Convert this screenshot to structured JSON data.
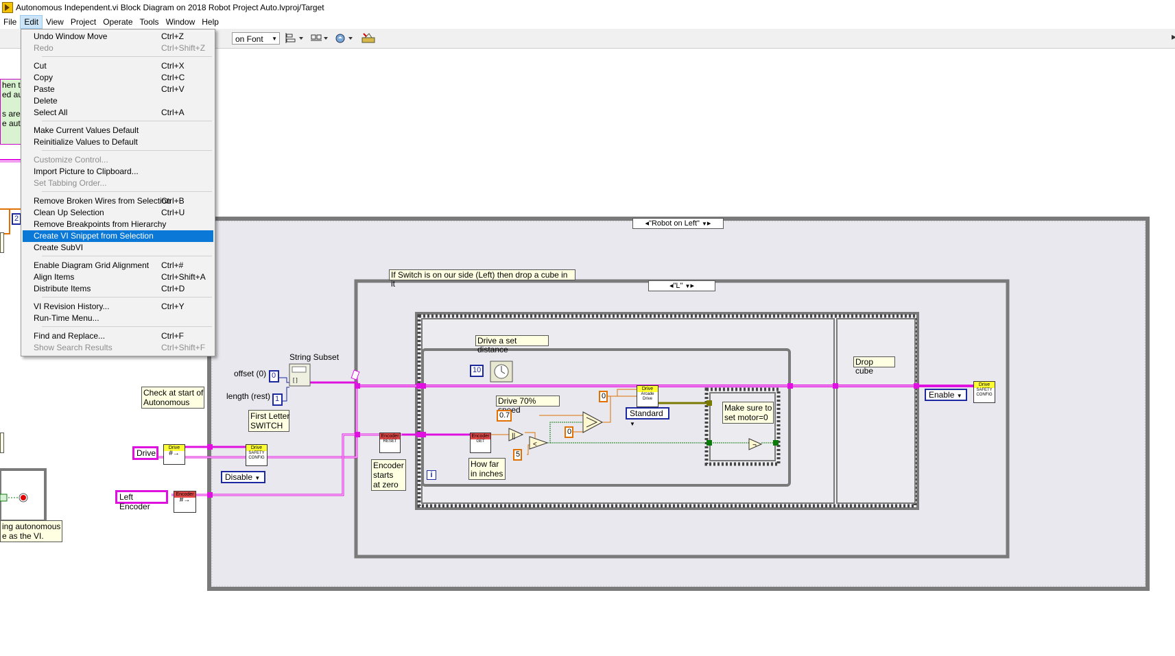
{
  "window": {
    "title": "Autonomous Independent.vi Block Diagram on 2018 Robot Project Auto.lvproj/Target"
  },
  "menubar": [
    "File",
    "Edit",
    "View",
    "Project",
    "Operate",
    "Tools",
    "Window",
    "Help"
  ],
  "toolbar": {
    "font_label": "on Font"
  },
  "edit_menu": {
    "items": [
      {
        "label": "Undo Window Move",
        "shortcut": "Ctrl+Z"
      },
      {
        "label": "Redo",
        "shortcut": "Ctrl+Shift+Z"
      },
      {
        "label": "Cut",
        "shortcut": "Ctrl+X"
      },
      {
        "label": "Copy",
        "shortcut": "Ctrl+C"
      },
      {
        "label": "Paste",
        "shortcut": "Ctrl+V"
      },
      {
        "label": "Delete",
        "shortcut": ""
      },
      {
        "label": "Select All",
        "shortcut": "Ctrl+A"
      },
      {
        "label": "Make Current Values Default",
        "shortcut": ""
      },
      {
        "label": "Reinitialize Values to Default",
        "shortcut": ""
      },
      {
        "label": "Customize Control...",
        "shortcut": ""
      },
      {
        "label": "Import Picture to Clipboard...",
        "shortcut": ""
      },
      {
        "label": "Set Tabbing Order...",
        "shortcut": ""
      },
      {
        "label": "Remove Broken Wires from Selection",
        "shortcut": "Ctrl+B"
      },
      {
        "label": "Clean Up Selection",
        "shortcut": "Ctrl+U"
      },
      {
        "label": "Remove Breakpoints from Hierarchy",
        "shortcut": ""
      },
      {
        "label": "Create VI Snippet from Selection",
        "shortcut": ""
      },
      {
        "label": "Create SubVI",
        "shortcut": ""
      },
      {
        "label": "Enable Diagram Grid Alignment",
        "shortcut": "Ctrl+#"
      },
      {
        "label": "Align Items",
        "shortcut": "Ctrl+Shift+A"
      },
      {
        "label": "Distribute Items",
        "shortcut": "Ctrl+D"
      },
      {
        "label": "VI Revision History...",
        "shortcut": "Ctrl+Y"
      },
      {
        "label": "Run-Time Menu...",
        "shortcut": ""
      },
      {
        "label": "Find and Replace...",
        "shortcut": "Ctrl+F"
      },
      {
        "label": "Show Search Results",
        "shortcut": "Ctrl+Shift+F"
      }
    ]
  },
  "diagram": {
    "left_comment_lines": [
      "hen th",
      "ed au",
      "",
      "s are a",
      "e autc"
    ],
    "num_2": "2",
    "offset_label": "offset (0)",
    "offset_value": "0",
    "length_label": "length (rest)",
    "length_value": "1",
    "string_subset_label": "String Subset",
    "first_letter_note": "First Letter\nSWITCH",
    "check_note": "Check at start of\nAutonomous",
    "drive_ctl": "Drive",
    "left_encoder_ctl": "Left Encoder",
    "disable_enum": "Disable",
    "enable_enum": "Enable",
    "bottom_note": "ing autonomous\ne as the VI.",
    "outer_case_selector": "\"Robot on Left\"",
    "inner_case_selector": "\"L\"",
    "switch_comment": "If Switch is on our side (Left) then drop a cube in it",
    "drive_distance_label": "Drive a set distance",
    "drive_speed_label": "Drive 70% speed",
    "encoder_note": "Encoder\nstarts\nat zero",
    "howfar_note": "How far\nin inches",
    "drop_cube_label": "Drop cube",
    "make_sure_note": "Make sure to\nset motor=0",
    "standard_enum": "Standard",
    "wait_value": "10",
    "speed_value": "0.7",
    "zero_a": "0",
    "zero_b": "0",
    "five": "5",
    "loop_index": "i",
    "subvi_drive": "Drive",
    "subvi_safety": "SAFETY\nCONFIG",
    "subvi_encoder": "Encoder",
    "subvi_reset": "RESET",
    "subvi_get": "GET",
    "subvi_arcade": "Arcade\nDrive"
  },
  "colors": {
    "menu_highlight": "#0a78d7",
    "wire_pink": "#e010e0",
    "wire_orange": "#e07000",
    "wire_green": "#0a7a0a",
    "frame_gray": "#7a7a7a"
  }
}
